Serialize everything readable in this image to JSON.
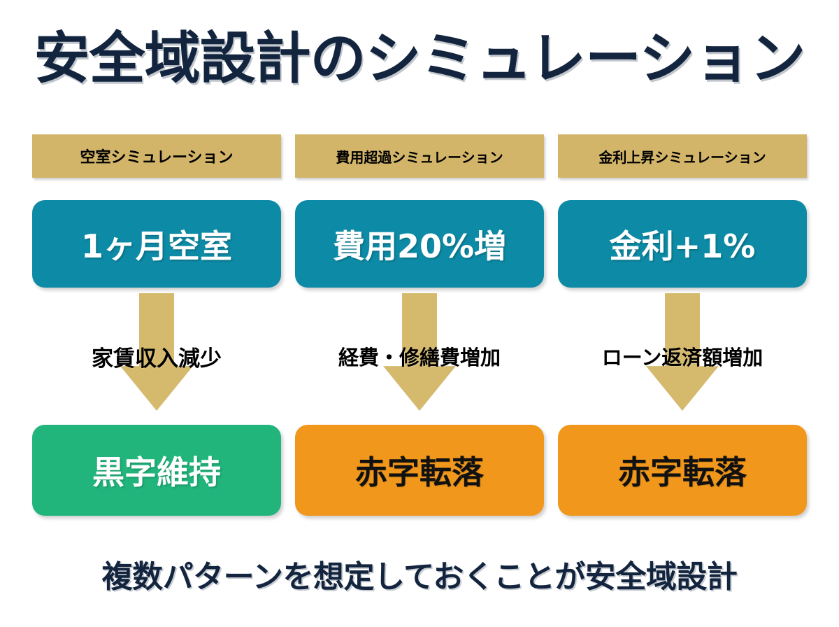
{
  "title": "安全域設計のシミュレーション",
  "footer": "複数パターンを想定しておくことが安全域設計",
  "colors": {
    "title_text": "#13253e",
    "header_bar": "#d2b569",
    "scenario_box": "#0d8ba6",
    "arrow": "#d5b96d",
    "result_positive": "#21b57c",
    "result_negative": "#f0971c",
    "page_background": "#ffffff"
  },
  "columns": [
    {
      "header": "空室シミュレーション",
      "scenario": "1ヶ月空室",
      "arrow_label": "家賃収入減少",
      "result": "黒字維持",
      "result_type": "positive"
    },
    {
      "header": "費用超過シミュレーション",
      "scenario": "費用20%増",
      "arrow_label": "経費・修繕費増加",
      "result": "赤字転落",
      "result_type": "negative"
    },
    {
      "header": "金利上昇シミュレーション",
      "scenario": "金利+1%",
      "arrow_label": "ローン返済額増加",
      "result": "赤字転落",
      "result_type": "negative"
    }
  ]
}
